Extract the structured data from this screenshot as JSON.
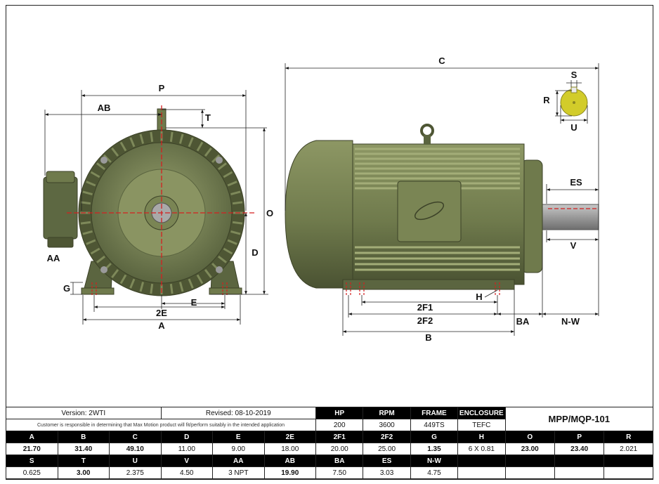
{
  "dims": {
    "P": "P",
    "AB": "AB",
    "T": "T",
    "O": "O",
    "AA": "AA",
    "D": "D",
    "G": "G",
    "E": "E",
    "E2": "2E",
    "A": "A",
    "C": "C",
    "S": "S",
    "R": "R",
    "U": "U",
    "ES": "ES",
    "V": "V",
    "H": "H",
    "F1": "2F1",
    "F2": "2F2",
    "BA": "BA",
    "NW": "N-W",
    "B": "B"
  },
  "colors": {
    "motor": "#6f7a4c",
    "motor_dark": "#4e5634",
    "motor_light": "#98a26e",
    "shaft": "#9a9a9a",
    "key": "#d2cc2a",
    "center": "#d42020"
  },
  "info": {
    "version": "Version: 2WTI",
    "revised": "Revised: 08-10-2019",
    "disclaimer": "Customer is responsible in determining that Max Motion product will fit/perform suitably in the intended application",
    "model": "MPP/MQP-101"
  },
  "spec_headers": [
    "HP",
    "RPM",
    "FRAME",
    "ENCLOSURE"
  ],
  "spec_values": [
    "200",
    "3600",
    "449TS",
    "TEFC"
  ],
  "row1_headers": [
    "A",
    "B",
    "C",
    "D",
    "E",
    "2E",
    "2F1",
    "2F2",
    "G",
    "H",
    "O",
    "P",
    "R"
  ],
  "row1_values": [
    "21.70",
    "31.40",
    "49.10",
    "11.00",
    "9.00",
    "18.00",
    "20.00",
    "25.00",
    "1.35",
    "6 X 0.81",
    "23.00",
    "23.40",
    "2.021"
  ],
  "row2_headers": [
    "S",
    "T",
    "U",
    "V",
    "AA",
    "AB",
    "BA",
    "ES",
    "N-W",
    "",
    "",
    "",
    ""
  ],
  "row2_values": [
    "0.625",
    "3.00",
    "2.375",
    "4.50",
    "3 NPT",
    "19.90",
    "7.50",
    "3.03",
    "4.75",
    "",
    "",
    "",
    ""
  ]
}
